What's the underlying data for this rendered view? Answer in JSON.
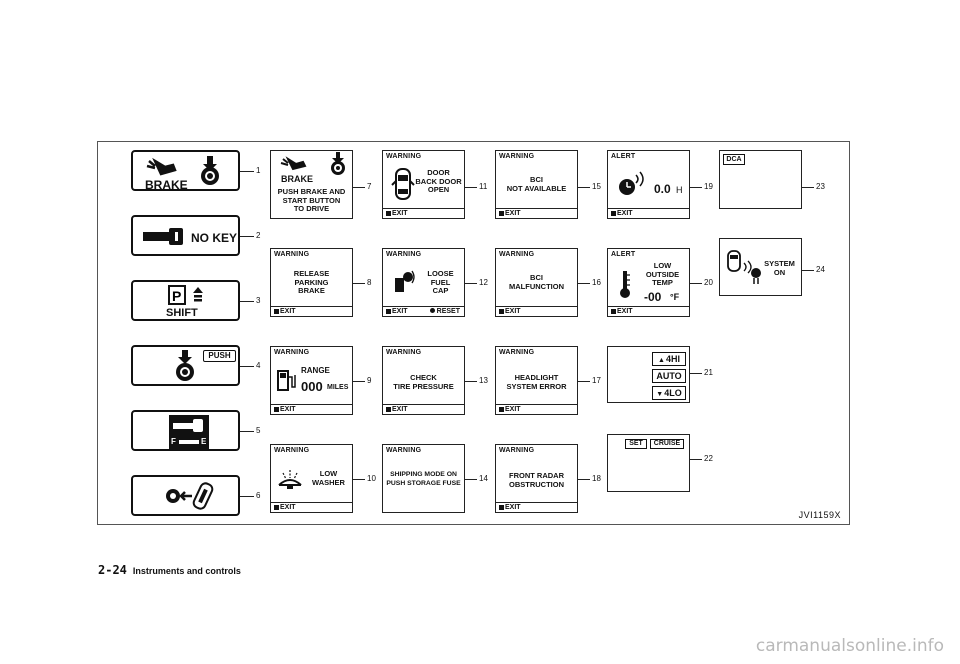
{
  "frame_caption": "JVI1159X",
  "footer": {
    "page": "2-24",
    "title": "Instruments and controls"
  },
  "watermark": "carmanualsonline.info",
  "icons": {
    "brake_foot": "foot-on-brake-icon",
    "push_start": "push-button-icon",
    "key": "key-icon",
    "parking": "parking-p-icon",
    "shift_arrow": "shift-up-arrow-icon",
    "battery": "key-battery-icon",
    "keyfob": "key-fob-icon",
    "car_top": "car-top-view-icon",
    "fuel": "fuel-pump-icon",
    "fuel_cap": "fuel-cap-icon",
    "washer": "windshield-washer-icon",
    "radar": "radar-icon",
    "thermometer": "thermometer-icon",
    "distance": "distance-control-icon"
  },
  "callouts": [
    "1",
    "2",
    "3",
    "4",
    "5",
    "6",
    "7",
    "8",
    "9",
    "10",
    "11",
    "12",
    "13",
    "14",
    "15",
    "16",
    "17",
    "18",
    "19",
    "20",
    "21",
    "22",
    "23",
    "24"
  ],
  "col1": {
    "brake_label": "BRAKE",
    "nokey_label": "NO KEY",
    "shift_label": "SHIFT",
    "push_label": "PUSH",
    "fuel_f": "F",
    "fuel_e": "E"
  },
  "col2": {
    "d7": {
      "brake": "BRAKE",
      "msg": "PUSH BRAKE AND\nSTART BUTTON\nTO DRIVE"
    },
    "d8": {
      "header": "WARNING",
      "msg": "RELEASE\nPARKING\nBRAKE",
      "exit": "EXIT"
    },
    "d9": {
      "header": "WARNING",
      "msg": "RANGE",
      "value": "000",
      "unit": "MILES",
      "exit": "EXIT"
    },
    "d10": {
      "header": "WARNING",
      "msg": "LOW\nWASHER",
      "exit": "EXIT"
    }
  },
  "col3": {
    "d11": {
      "header": "WARNING",
      "msg": "DOOR\nBACK DOOR\nOPEN",
      "exit": "EXIT"
    },
    "d12": {
      "header": "WARNING",
      "msg": "LOOSE\nFUEL\nCAP",
      "exit": "EXIT",
      "reset": "RESET"
    },
    "d13": {
      "header": "WARNING",
      "msg": "CHECK\nTIRE PRESSURE",
      "exit": "EXIT"
    },
    "d14": {
      "header": "WARNING",
      "msg": "SHIPPING MODE ON\nPUSH STORAGE FUSE"
    }
  },
  "col4": {
    "d15": {
      "header": "WARNING",
      "msg": "BCI\nNOT AVAILABLE",
      "exit": "EXIT"
    },
    "d16": {
      "header": "WARNING",
      "msg": "BCI\nMALFUNCTION",
      "exit": "EXIT"
    },
    "d17": {
      "header": "WARNING",
      "msg": "HEADLIGHT\nSYSTEM ERROR",
      "exit": "EXIT"
    },
    "d18": {
      "header": "WARNING",
      "msg": "FRONT RADAR\nOBSTRUCTION",
      "exit": "EXIT"
    }
  },
  "col5": {
    "d19": {
      "header": "ALERT",
      "value": "0.0",
      "unit": "H",
      "exit": "EXIT"
    },
    "d20": {
      "header": "ALERT",
      "msg": "LOW\nOUTSIDE\nTEMP",
      "value": "-00",
      "unit": "°F",
      "exit": "EXIT"
    },
    "d21": {
      "b1": "4HI",
      "b2": "AUTO",
      "b3": "4LO"
    },
    "d22": {
      "set": "SET",
      "cruise": "CRUISE"
    }
  },
  "col6": {
    "d23": {
      "label": "DCA"
    },
    "d24": {
      "msg": "SYSTEM\nON"
    }
  }
}
